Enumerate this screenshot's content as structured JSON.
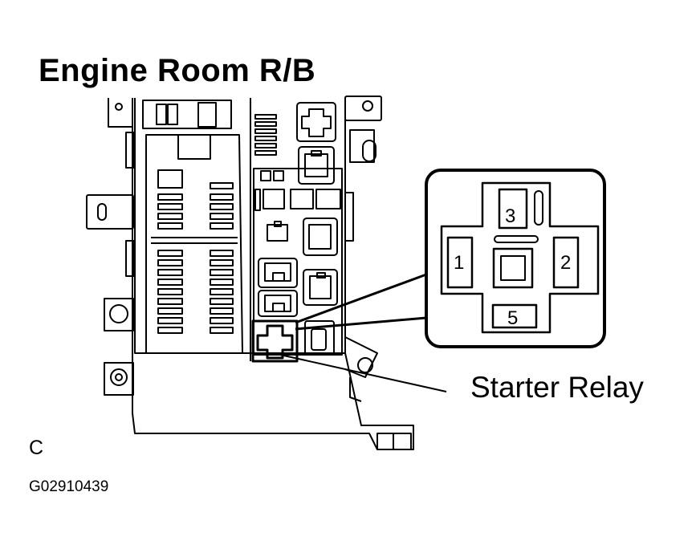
{
  "title": "Engine Room R/B",
  "callout": "Starter Relay",
  "view_label": "C",
  "figure_code": "G02910439",
  "relay_pins": {
    "pin_top": "3",
    "pin_left": "1",
    "pin_right": "2",
    "pin_bottom": "5"
  },
  "colors": {
    "ink": "#000000",
    "background": "#ffffff"
  }
}
